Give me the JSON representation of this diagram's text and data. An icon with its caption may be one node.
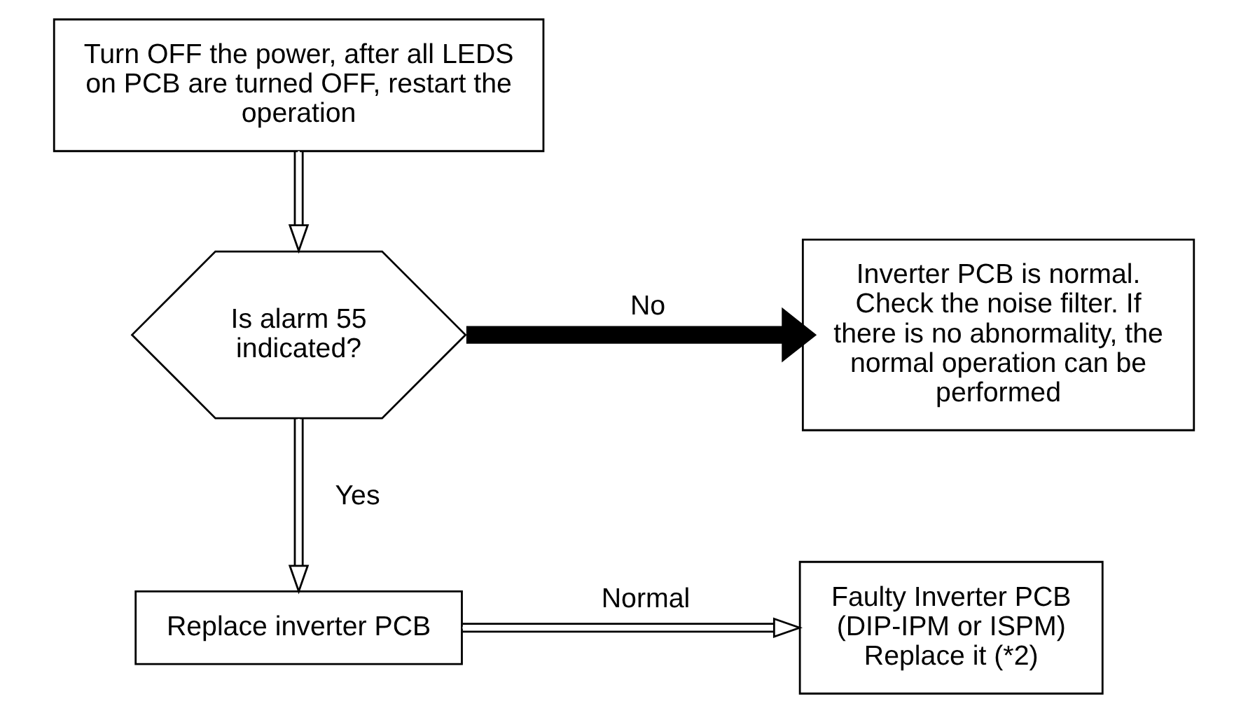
{
  "diagram": {
    "nodes": [
      {
        "text": [
          "Turn OFF the power, after all LEDS on PCB are turned OFF, restart the operation"
        ]
      },
      {
        "text": [
          "Is alarm 55 indicated?"
        ]
      },
      {
        "text": [
          "Inverter PCB is normal. Check the noise filter. If there is no abnormality, the normal operation can be performed"
        ]
      },
      {
        "text": [
          "Replace inverter PCB"
        ]
      },
      {
        "text": [
          "Faulty Inverter PCB (DIP-IPM or ISPM) Replace it (*2)"
        ]
      }
    ],
    "edges": [
      {
        "from": 0,
        "to": 1,
        "arrow": "to"
      },
      {
        "from": 1,
        "to": 2,
        "arrow": "to",
        "label": "No",
        "style": "thick"
      },
      {
        "from": 1,
        "to": 3,
        "arrow": "to",
        "label": "Yes"
      },
      {
        "from": 3,
        "to": 4,
        "arrow": "to",
        "label": "Normal"
      }
    ]
  }
}
